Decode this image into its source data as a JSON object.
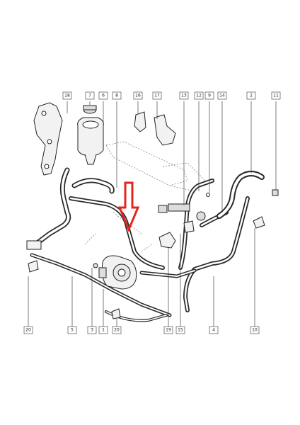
{
  "callouts_top": [
    {
      "id": "c18",
      "label": "18"
    },
    {
      "id": "c7",
      "label": "7"
    },
    {
      "id": "c6",
      "label": "6"
    },
    {
      "id": "c8",
      "label": "8"
    },
    {
      "id": "c16",
      "label": "16"
    },
    {
      "id": "c17",
      "label": "17"
    },
    {
      "id": "c13",
      "label": "13"
    },
    {
      "id": "c12",
      "label": "12"
    },
    {
      "id": "c9",
      "label": "9"
    },
    {
      "id": "c14",
      "label": "14"
    },
    {
      "id": "c2",
      "label": "2"
    },
    {
      "id": "c11",
      "label": "11"
    }
  ],
  "callouts_bottom": [
    {
      "id": "c20",
      "label": "20"
    },
    {
      "id": "c5",
      "label": "5"
    },
    {
      "id": "c3",
      "label": "3"
    },
    {
      "id": "c1",
      "label": "1"
    },
    {
      "id": "c20b",
      "label": "20"
    },
    {
      "id": "c19",
      "label": "19"
    },
    {
      "id": "c15",
      "label": "15"
    },
    {
      "id": "c4",
      "label": "4"
    },
    {
      "id": "c10",
      "label": "10"
    }
  ],
  "colors": {
    "arrow": "#e3261d",
    "line": "#2a2a2a",
    "background": "#ffffff"
  }
}
